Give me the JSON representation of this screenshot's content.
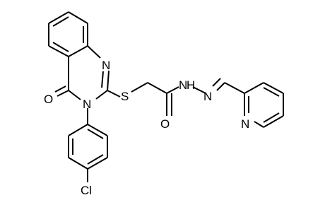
{
  "diagram": {
    "type": "chemical-structure",
    "atom_labels": [
      {
        "id": "n1",
        "text": "N"
      },
      {
        "id": "n3",
        "text": "N"
      },
      {
        "id": "o4",
        "text": "O"
      },
      {
        "id": "s",
        "text": "S"
      },
      {
        "id": "o_amide",
        "text": "O"
      },
      {
        "id": "nh1",
        "text": "N"
      },
      {
        "id": "h1",
        "text": "H"
      },
      {
        "id": "nh2",
        "text": "N"
      },
      {
        "id": "n_pyr",
        "text": "N"
      },
      {
        "id": "cl",
        "text": "Cl"
      }
    ]
  }
}
